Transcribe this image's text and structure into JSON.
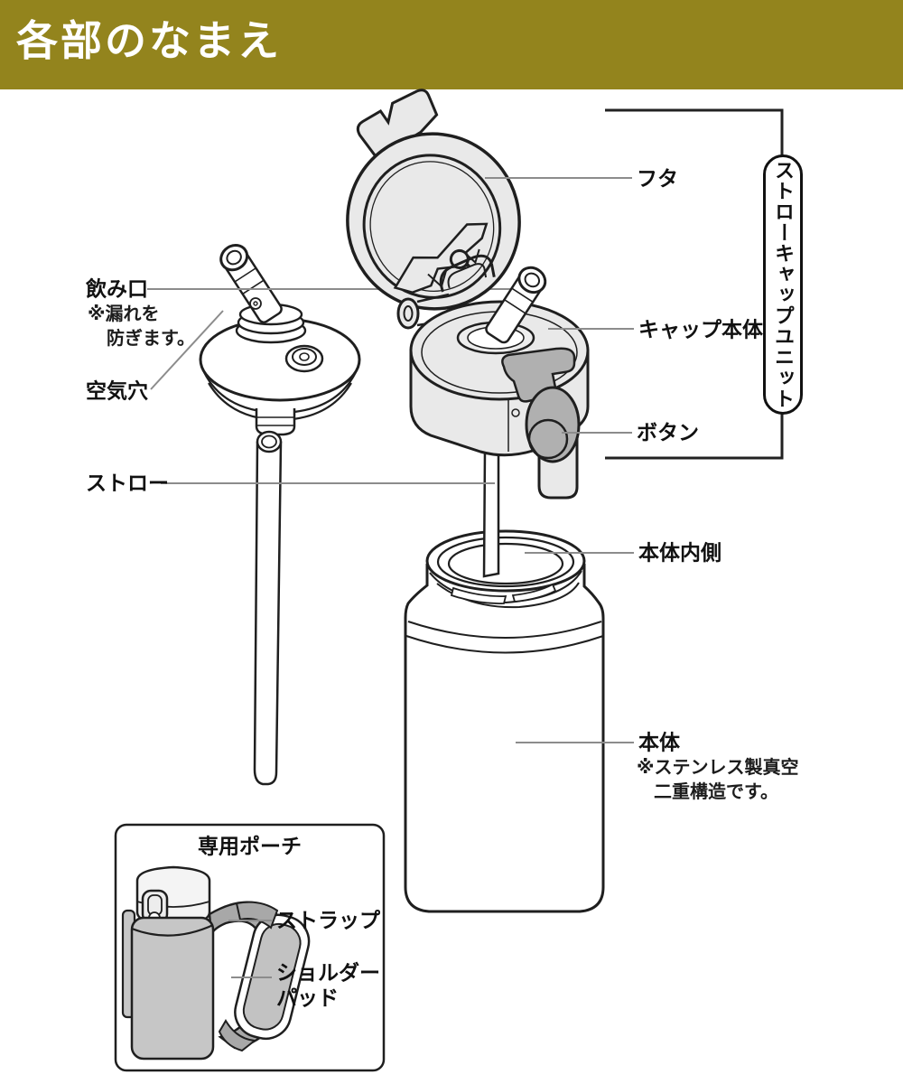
{
  "header": {
    "title": "各部のなまえ"
  },
  "colors": {
    "header_bg": "#93841D",
    "header_text": "#FFFFFF",
    "outline": "#1F1F1F",
    "leader_line": "#8C8C8C",
    "part_fill_light": "#E9E9E9",
    "part_fill_mid": "#C6C6C6",
    "part_fill_dark": "#B0B0B0"
  },
  "labels": {
    "lid": "フタ",
    "straw_cap_unit": "ストローキャップユニット",
    "cap_body": "キャップ本体",
    "button": "ボタン",
    "body_inside": "本体内側",
    "body": "本体",
    "body_note_line1": "※ステンレス製真空",
    "body_note_line2": "二重構造です。",
    "mouthpiece": "飲み口",
    "mouthpiece_note_line1": "※漏れを",
    "mouthpiece_note_line2": "防ぎます。",
    "air_hole": "空気穴",
    "straw": "ストロー"
  },
  "pouch": {
    "title": "専用ポーチ",
    "strap": "ストラップ",
    "shoulder_pad_line1": "ショルダー",
    "shoulder_pad_line2": "パッド"
  }
}
